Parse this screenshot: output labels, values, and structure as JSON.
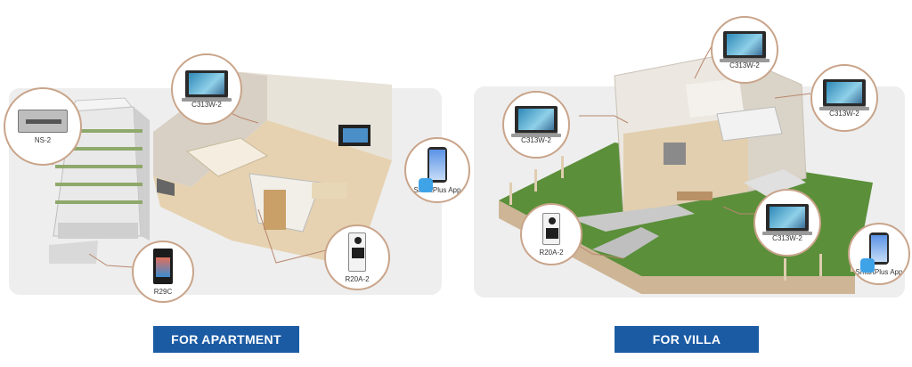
{
  "apartment": {
    "button_label": "FOR APARTMENT",
    "devices": {
      "ns": "NS-2",
      "monitor": "C313W-2",
      "door_outdoor": "R20A-2",
      "door_panel": "R29C",
      "app": "SmartPlus App"
    }
  },
  "villa": {
    "button_label": "FOR VILLA",
    "devices": {
      "monitor_top": "C313W-2",
      "monitor_right": "C313W-2",
      "monitor_left": "C313W-2",
      "monitor_lower": "C313W-2",
      "door_outdoor": "R20A-2",
      "app": "SmartPlus App"
    }
  },
  "colors": {
    "button_bg": "#1b5ba4",
    "callout_border": "#c9a48a",
    "panel_bg": "#eeeeee"
  }
}
